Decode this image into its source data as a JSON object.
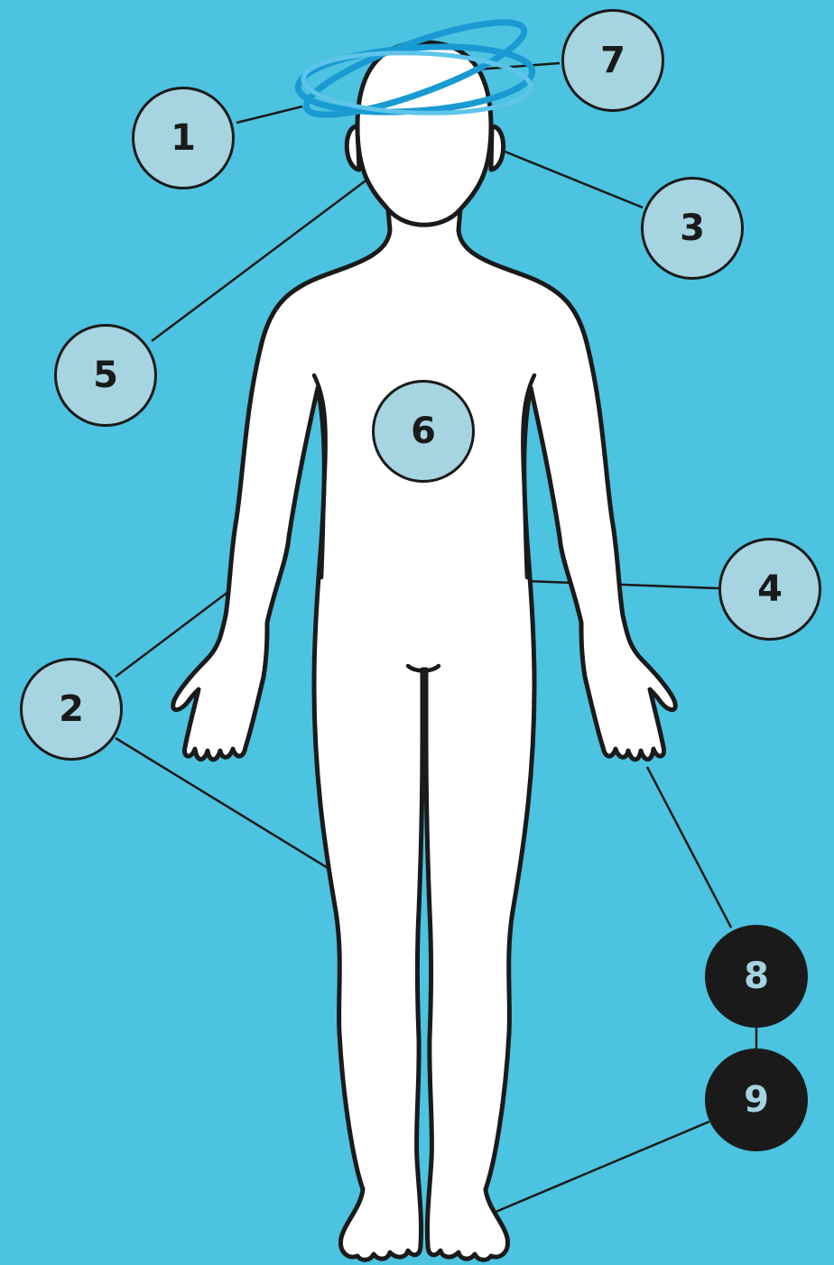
{
  "colors": {
    "background": "#4cc3e0",
    "callout_fill": "#a6d4e1",
    "callout_dark_fill": "#1a1a1a",
    "outline": "#1a1a1a",
    "halo": "#1a9ad2",
    "body_fill": "#ffffff"
  },
  "callouts": [
    {
      "id": "c1",
      "label": "1",
      "style": "light"
    },
    {
      "id": "c2",
      "label": "2",
      "style": "light"
    },
    {
      "id": "c3",
      "label": "3",
      "style": "light"
    },
    {
      "id": "c4",
      "label": "4",
      "style": "light"
    },
    {
      "id": "c5",
      "label": "5",
      "style": "light"
    },
    {
      "id": "c6",
      "label": "6",
      "style": "light"
    },
    {
      "id": "c7",
      "label": "7",
      "style": "light"
    },
    {
      "id": "c8",
      "label": "8",
      "style": "dark"
    },
    {
      "id": "c9",
      "label": "9",
      "style": "dark"
    }
  ]
}
